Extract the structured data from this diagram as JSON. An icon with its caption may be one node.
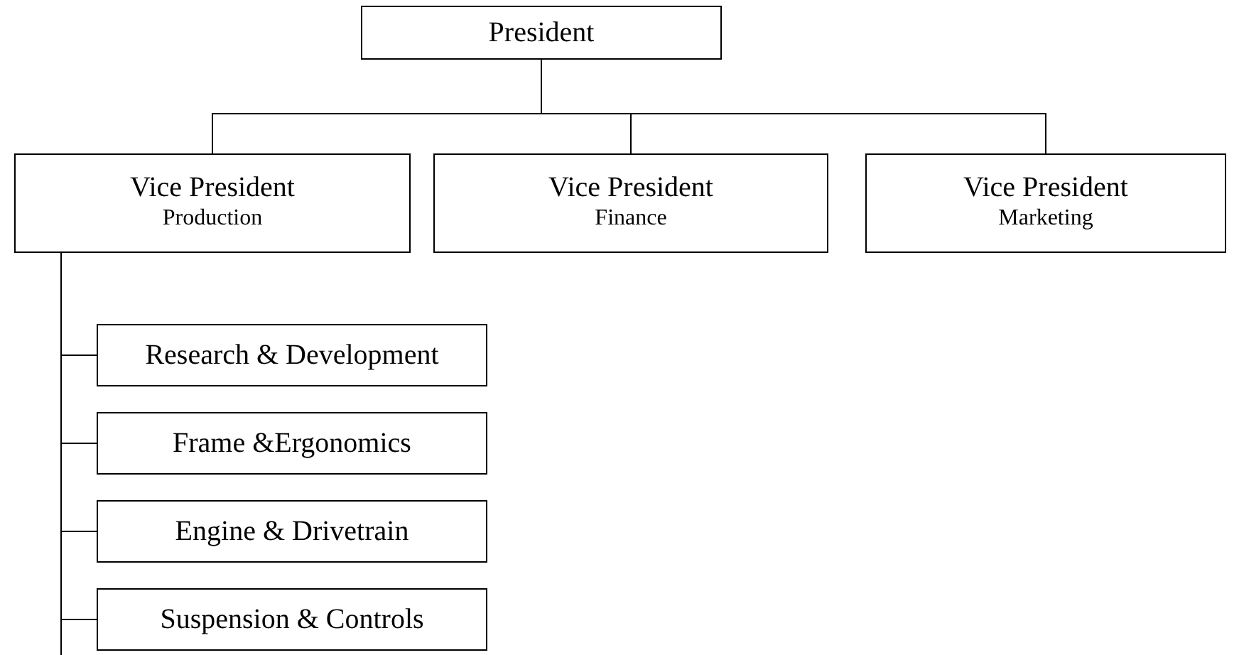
{
  "diagram": {
    "nodes": [
      {
        "text": [
          "President"
        ]
      },
      {
        "text": [
          "Vice President",
          "Production"
        ]
      },
      {
        "text": [
          "Vice President",
          "Finance"
        ]
      },
      {
        "text": [
          "Vice President",
          "Marketing"
        ]
      },
      {
        "text": [
          "Research & Development"
        ]
      },
      {
        "text": [
          "Frame &Ergonomics"
        ]
      },
      {
        "text": [
          "Engine & Drivetrain"
        ]
      },
      {
        "text": [
          "Suspension & Controls"
        ]
      }
    ],
    "edges": [
      {
        "from": 0,
        "to": 1,
        "arrow": "none"
      },
      {
        "from": 0,
        "to": 2,
        "arrow": "none"
      },
      {
        "from": 0,
        "to": 3,
        "arrow": "none"
      },
      {
        "from": 1,
        "to": 4,
        "arrow": "none"
      },
      {
        "from": 1,
        "to": 5,
        "arrow": "none"
      },
      {
        "from": 1,
        "to": 6,
        "arrow": "none"
      },
      {
        "from": 1,
        "to": 7,
        "arrow": "none"
      }
    ]
  }
}
